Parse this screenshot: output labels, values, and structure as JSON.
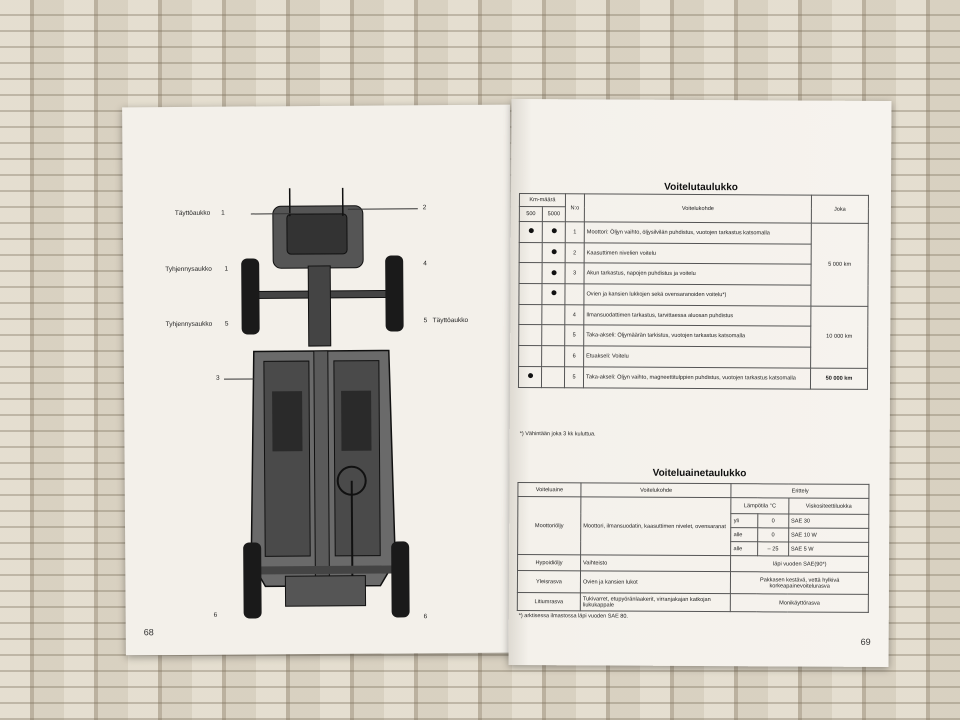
{
  "left_page": {
    "page_number": "68",
    "labels": {
      "taytto1": "Täyttöaukko",
      "taytto1_num": "1",
      "right2": "2",
      "tyhj1": "Tyhjennysaukko",
      "tyhj1_num": "1",
      "right4": "4",
      "tyhj5": "Tyhjennysaukko",
      "tyhj5_num": "5",
      "taytto5": "Täyttöaukko",
      "taytto5_num": "5",
      "left3": "3",
      "bl6": "6",
      "br6": "6"
    }
  },
  "right_page": {
    "page_number": "69",
    "table1": {
      "title": "Voitelutaulukko",
      "col_km": "Km-määrä",
      "col_500": "500",
      "col_5000": "5000",
      "col_no": "N:o",
      "col_kohde": "Voitelukohde",
      "col_joka": "Joka",
      "rows": [
        {
          "d500": true,
          "d5000": true,
          "no": "1",
          "text": "Moottori: Öljyn vaihto, öljysilvilän puhdistus, vuotojen tarkastus katsomalla"
        },
        {
          "d500": false,
          "d5000": true,
          "no": "2",
          "text": "Kaasuttimen nivelien voitelu"
        },
        {
          "d500": false,
          "d5000": true,
          "no": "3",
          "text": "Akun tarkastus, napojen puhdistus ja voitelu"
        },
        {
          "d500": false,
          "d5000": true,
          "no": "",
          "text": "Ovien ja kansien lukkojen sekä ovensaranoiden voitelu*)"
        },
        {
          "d500": false,
          "d5000": false,
          "no": "4",
          "text": "Ilmansuodattimen tarkastus, tarvittaessa aluosan puhdistus"
        },
        {
          "d500": false,
          "d5000": false,
          "no": "5",
          "text": "Taka-akseli: Öljymäärän tarkistus, vuotojen tarkastus katsomalla"
        },
        {
          "d500": false,
          "d5000": false,
          "no": "6",
          "text": "Etuakseli:   Voitelu"
        },
        {
          "d500": true,
          "d5000": false,
          "no": "5",
          "text": "Taka-akseli: Öljyn vaihto, magneettitulppien puhdistus, vuotojen tarkastus katsomalla"
        }
      ],
      "interval_1": "5 000 km",
      "interval_2": "10 000 km",
      "interval_3": "50 000 km",
      "footnote": "*) Vähintään joka 3 kk kuluttua."
    },
    "table2": {
      "title": "Voiteluainetaulukko",
      "col_aine": "Voiteluaine",
      "col_kohde": "Voitelukohde",
      "col_erittely": "Erittely",
      "col_lampo": "Lämpötila °C",
      "col_visko": "Viskositeettiluokka",
      "r1_aine": "Moottoriöljy",
      "r1_kohde": "Moottori, ilmansuodatin, kaasuttimen nivelet, ovensaranat",
      "r1_s1_a": "yli",
      "r1_s1_b": "0",
      "r1_s1_c": "SAE 30",
      "r1_s2_a": "alle",
      "r1_s2_b": "0",
      "r1_s2_c": "SAE 10 W",
      "r1_s3_a": "alle",
      "r1_s3_b": "– 25",
      "r1_s3_c": "SAE  5 W",
      "r2_aine": "Hypoidiöljy",
      "r2_kohde": "Vaihteisto",
      "r2_spec": "läpi vuoden SAE(90*)",
      "r3_aine": "Yleisrasva",
      "r3_kohde": "Ovien ja kansien lukot",
      "r3_spec": "Pakkasen kestävä, vettä hylkivä korkeapainevoitelurasva",
      "r4_aine": "Litiumrasva",
      "r4_kohde": "Tukivarret, etupyöränlaakerit, virranjakajan katkojan liukukappale",
      "r4_spec": "Monikäyttörasva",
      "footnote": "*) arktisessa ilmastossa läpi vuoden SAE 80."
    }
  }
}
